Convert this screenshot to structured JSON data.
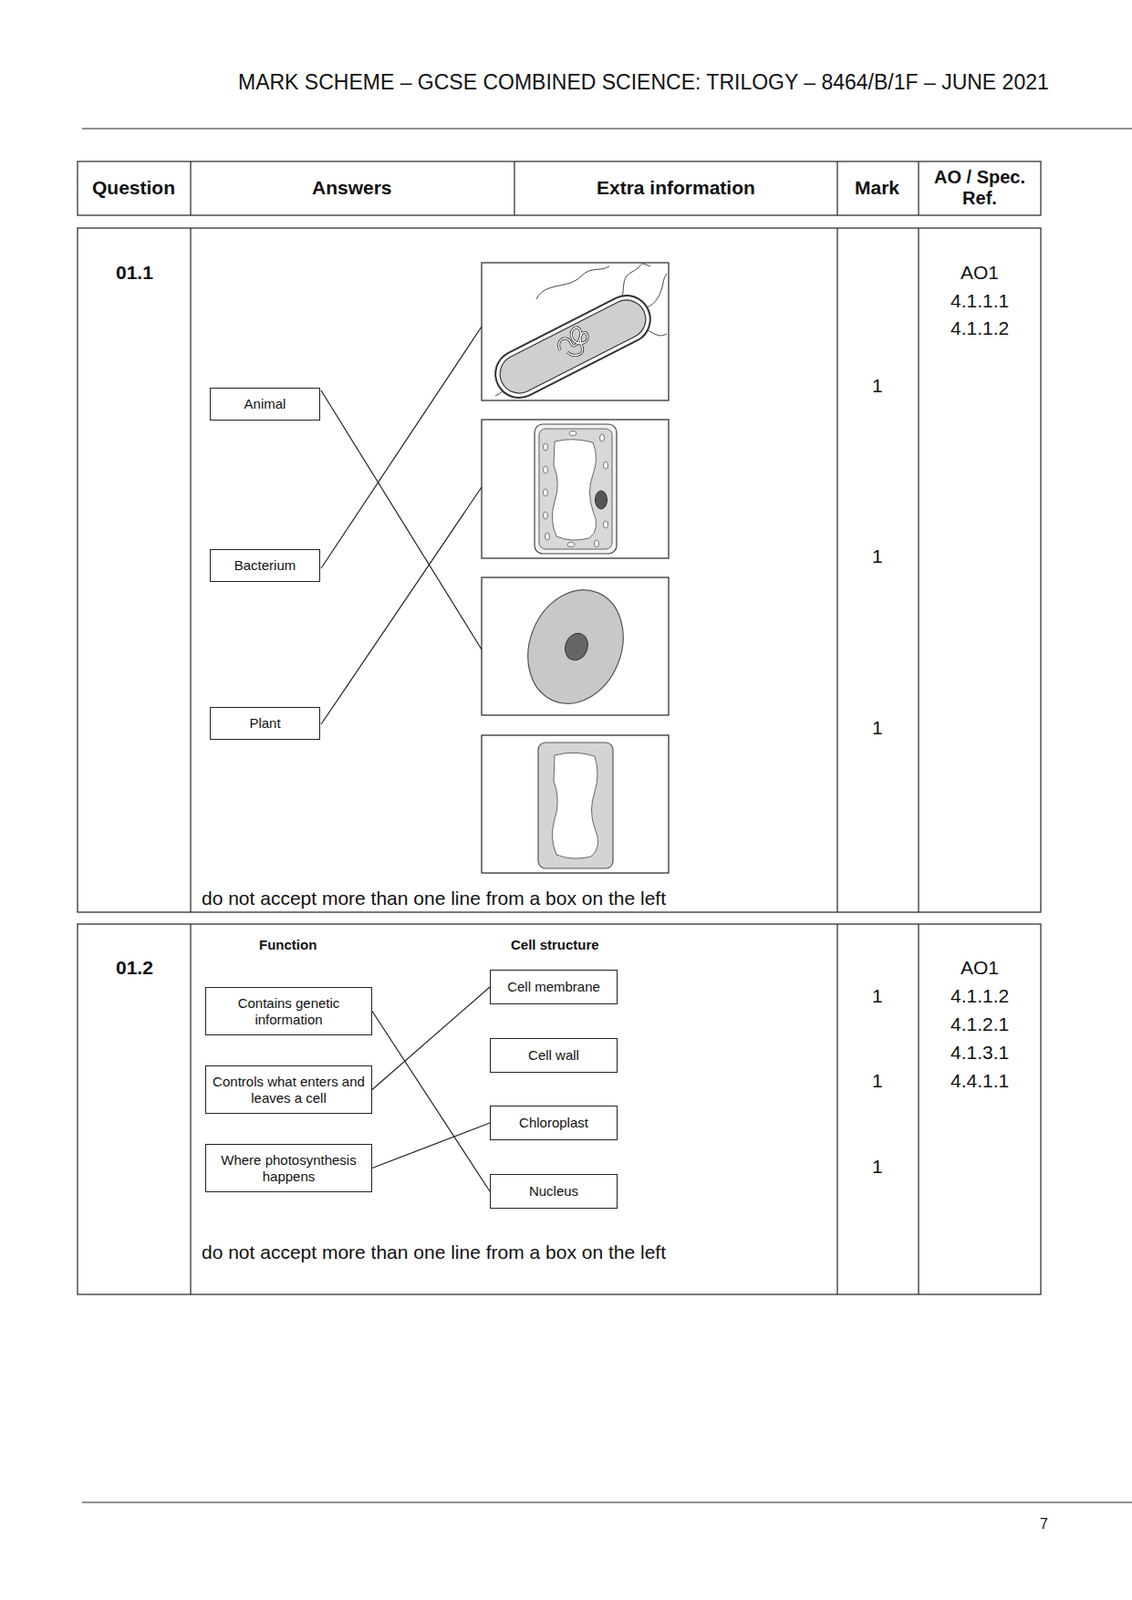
{
  "diagram": {
    "nodes": [
      {
        "text": [
          "Animal"
        ]
      },
      {
        "text": [
          "Bacterium"
        ]
      },
      {
        "text": [
          "Plant"
        ]
      },
      {
        "text": [
          "Contains genetic information"
        ]
      },
      {
        "text": [
          "Controls what enters and leaves a cell"
        ]
      },
      {
        "text": [
          "Where photosynthesis happens"
        ]
      },
      {
        "text": [
          "Cell membrane"
        ]
      },
      {
        "text": [
          "Cell wall"
        ]
      },
      {
        "text": [
          "Chloroplast"
        ]
      },
      {
        "text": [
          "Nucleus"
        ]
      }
    ],
    "edges": [
      {
        "from": 3,
        "to": 9,
        "arrow": "none"
      },
      {
        "from": 4,
        "to": 6,
        "arrow": "none"
      },
      {
        "from": 5,
        "to": 8,
        "arrow": "none"
      }
    ],
    "labels": [
      "MARK SCHEME – GCSE COMBINED SCIENCE: TRILOGY – 8464/B/1F – JUNE 2021",
      "Question",
      "Answers",
      "Extra information",
      "Mark",
      "AO / Spec. Ref.",
      "01.1",
      "1",
      "1",
      "1",
      "AO1",
      "4.1.1.1",
      "4.1.1.2",
      "do not accept more than one line from a box on the left",
      "01.2",
      "Function",
      "Cell structure",
      "1",
      "1",
      "1",
      "AO1",
      "4.1.1.2",
      "4.1.2.1",
      "4.1.3.1",
      "4.4.1.1",
      "do not accept more than one line from a box on the left",
      "7"
    ]
  }
}
